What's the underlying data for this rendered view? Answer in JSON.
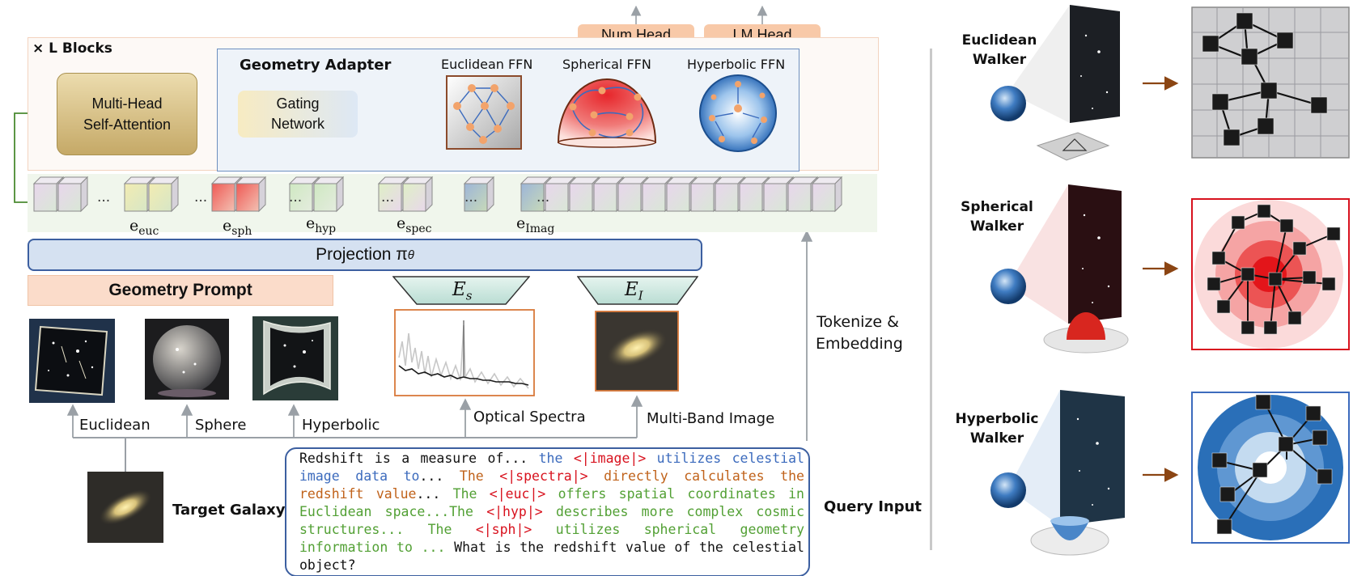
{
  "blocks": {
    "title": "× L Blocks"
  },
  "mhsa": {
    "line1": "Multi-Head",
    "line2": "Self-Attention"
  },
  "adapter": {
    "title": "Geometry Adapter",
    "gating_line1": "Gating",
    "gating_line2": "Network"
  },
  "ffn": {
    "euclidean": "Euclidean FFN",
    "spherical": "Spherical FFN",
    "hyperbolic": "Hyperbolic FFN"
  },
  "heads": {
    "num": "Num Head",
    "lm": "LM Head"
  },
  "tokens": {
    "e_euc": "e",
    "e_euc_sub": "euc",
    "e_sph": "e",
    "e_sph_sub": "sph",
    "e_hyp": "e",
    "e_hyp_sub": "hyp",
    "e_spec": "e",
    "e_spec_sub": "spec",
    "e_imag": "e",
    "e_imag_sub": "Imag",
    "ellipsis": "..."
  },
  "projection": {
    "label": "Projection π",
    "sub": "θ"
  },
  "geometry_prompt": {
    "title": "Geometry Prompt"
  },
  "encoders": {
    "spectra": "E",
    "spectra_sub": "s",
    "image": "E",
    "image_sub": "I"
  },
  "inputs": {
    "euclidean": "Euclidean",
    "sphere": "Sphere",
    "hyperbolic": "Hyperbolic",
    "spectra": "Optical Spectra",
    "image": "Multi-Band Image"
  },
  "target": {
    "label": "Target Galaxy"
  },
  "query": {
    "label": "Query Input",
    "segments": [
      {
        "text": "Redshift is a measure of... ",
        "color": "black"
      },
      {
        "text": "the ",
        "color": "blue"
      },
      {
        "text": "<|image|>",
        "color": "red"
      },
      {
        "text": " utilizes celestial image data to",
        "color": "blue"
      },
      {
        "text": "... ",
        "color": "black"
      },
      {
        "text": "The ",
        "color": "orange"
      },
      {
        "text": "<|spectra|>",
        "color": "red"
      },
      {
        "text": " directly calculates the redshift value",
        "color": "orange"
      },
      {
        "text": "... ",
        "color": "black"
      },
      {
        "text": "The ",
        "color": "green"
      },
      {
        "text": "<|euc|>",
        "color": "red"
      },
      {
        "text": " offers spatial coordinates in Euclidean space...The ",
        "color": "green"
      },
      {
        "text": "<|hyp|>",
        "color": "red"
      },
      {
        "text": " describes more complex cosmic structures... The ",
        "color": "green"
      },
      {
        "text": "<|sph|>",
        "color": "red"
      },
      {
        "text": " utilizes spherical geometry information to ... ",
        "color": "green"
      },
      {
        "text": "What is the redshift value of the celestial object?",
        "color": "black"
      }
    ]
  },
  "tokenize": {
    "line1": "Tokenize &",
    "line2": "Embedding"
  },
  "walkers": [
    {
      "line1": "Euclidean",
      "line2": "Walker"
    },
    {
      "line1": "Spherical",
      "line2": "Walker"
    },
    {
      "line1": "Hyperbolic",
      "line2": "Walker"
    }
  ],
  "colors": {
    "blue_border": "#3c5fa0",
    "peach": "#f8c9a8",
    "red_frame": "#d8121e",
    "arrow_brown": "#8b4513",
    "green_arrow": "#4a8a30"
  }
}
